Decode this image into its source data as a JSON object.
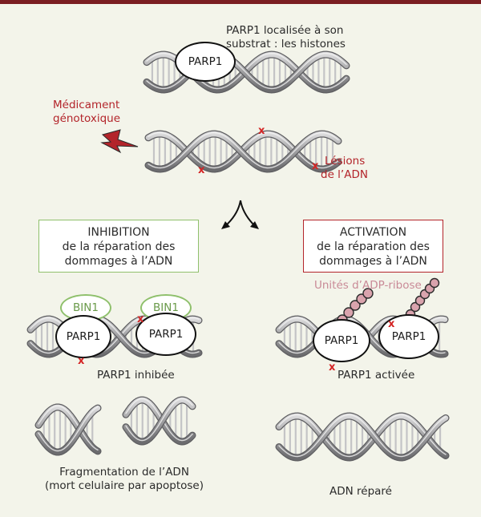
{
  "top_label": [
    "PARP1 localisée à son",
    "substrat : les histones"
  ],
  "parp1": "PARP1",
  "bin1": "BIN1",
  "drug_label": [
    "Médicament",
    "génotoxique"
  ],
  "lesions_label": [
    "Lésions",
    "de l’ADN"
  ],
  "lesion_mark": "x",
  "inhibition_box": [
    "INHIBITION",
    "de la réparation des",
    "dommages à l’ADN"
  ],
  "activation_box": [
    "ACTIVATION",
    "de la réparation des",
    "dommages à l’ADN"
  ],
  "adp_ribose_label": "Unités d’ADP-ribose",
  "parp1_inhibited": "PARP1 inhibée",
  "parp1_activated": "PARP1 activée",
  "fragmentation_label": [
    "Fragmentation de l’ADN",
    "(mort celulaire par apoptose)"
  ],
  "repaired_label": "ADN réparé",
  "colors": {
    "background": "#f3f4ea",
    "top_rule": "#7a1e22",
    "accent_red": "#b3242a",
    "accent_green": "#8fc06c",
    "adp_pink": "#d9a3ad",
    "dna_strand": "#a7a7a9"
  }
}
